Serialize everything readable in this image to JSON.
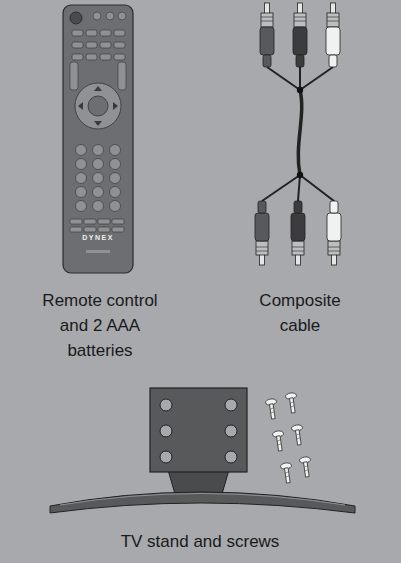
{
  "diagram": {
    "labels": [
      "Remote control and 2 AAA batteries",
      "Composite cable",
      "TV stand and screws",
      "DYNEX"
    ]
  }
}
